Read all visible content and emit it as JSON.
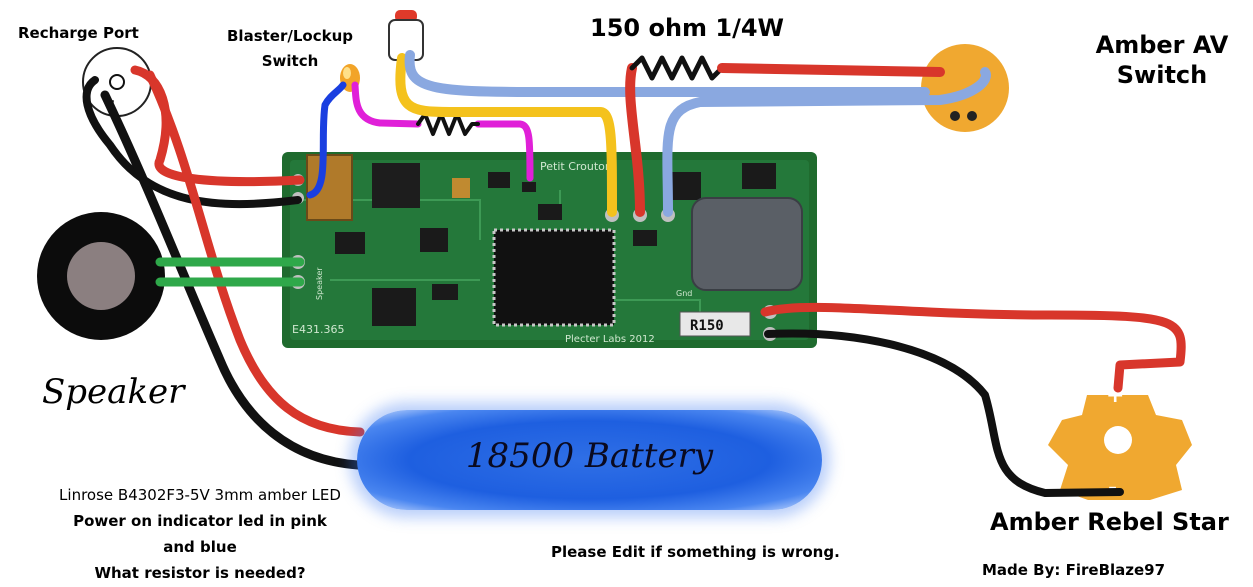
{
  "labels": {
    "recharge_port": "Recharge Port",
    "blaster_switch_line1": "Blaster/Lockup",
    "blaster_switch_line2": "Switch",
    "resistor": "150 ohm 1/4W",
    "av_switch_line1": "Amber AV",
    "av_switch_line2": "Switch",
    "speaker": "Speaker",
    "battery": "18500 Battery",
    "led_note_line1": "Linrose B4302F3-5V 3mm amber LED",
    "led_note_line2": "Power on indicator led in pink",
    "led_note_line3": "and blue",
    "led_note_line4": "What resistor is needed?",
    "edit_note": "Please Edit if something is wrong.",
    "rebel_star": "Amber Rebel Star",
    "made_by": "Made By: FireBlaze97",
    "star_plus": "+",
    "star_minus": "-",
    "port_minus": "-"
  },
  "board": {
    "title": "Petit Crouton",
    "maker": "Plecter Labs 2012",
    "serial": "E431.365",
    "resistor_marking": "R150",
    "pad_speaker": "Speaker",
    "pad_gnd": "Gnd"
  },
  "colors": {
    "pcb": "#1f6b2e",
    "wire_red": "#d8362b",
    "wire_black": "#111111",
    "wire_blue": "#8aa8e0",
    "wire_yellow": "#f4c21d",
    "wire_pink": "#e020d8",
    "wire_green": "#2fa84a",
    "wire_switch_blue": "#1a3fe0",
    "amber": "#f0a830",
    "battery_blue": "#2f6fe6"
  }
}
